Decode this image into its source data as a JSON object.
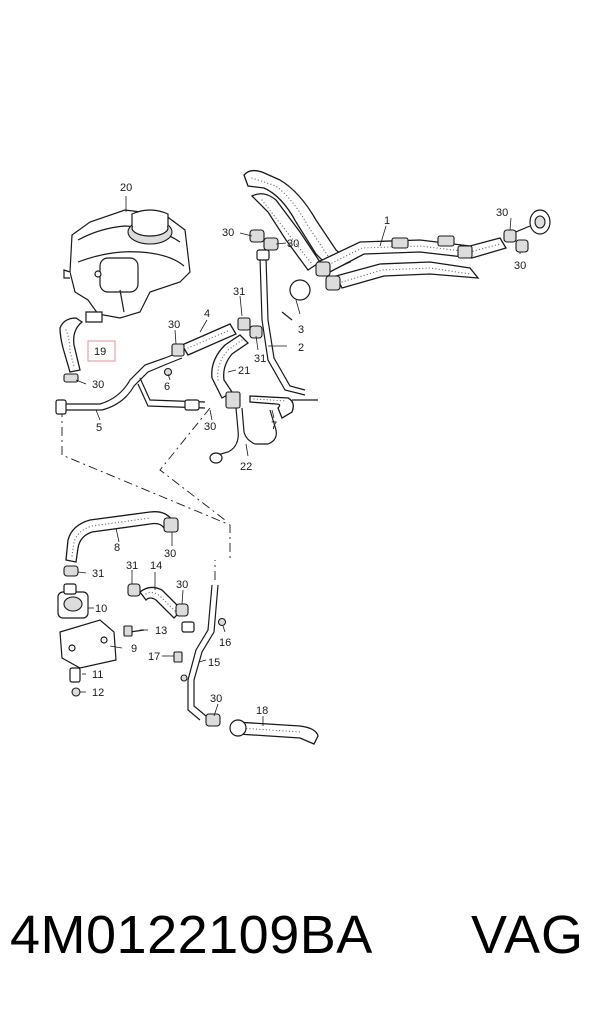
{
  "callouts": {
    "c1": "1",
    "c2": "2",
    "c3": "3",
    "c4": "4",
    "c5": "5",
    "c6": "6",
    "c7": "7",
    "c8": "8",
    "c9": "9",
    "c10": "10",
    "c11": "11",
    "c12": "12",
    "c13": "13",
    "c14": "14",
    "c15": "15",
    "c16": "16",
    "c17": "17",
    "c18": "18",
    "c19": "19",
    "c20": "20",
    "c21": "21",
    "c22": "22",
    "c30": "30",
    "c31": "31"
  },
  "highlight_color": "#e8a0a8",
  "caption": {
    "part_number": "4M0122109BA",
    "brand": "VAG"
  }
}
